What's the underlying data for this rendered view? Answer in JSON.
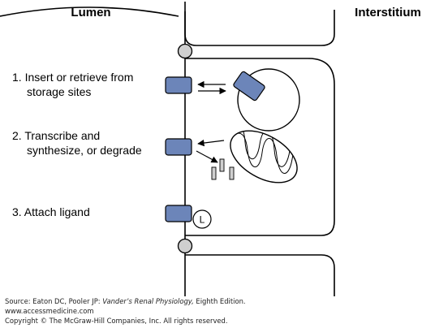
{
  "figure": {
    "lumen_label": "Lumen",
    "interstitium_label": "Interstitium",
    "steps": [
      {
        "line1": "1. Insert or retrieve from",
        "line2": "storage sites"
      },
      {
        "line1": "2. Transcribe and",
        "line2": "synthesize, or degrade"
      },
      {
        "line1": "3. Attach ligand",
        "line2": ""
      }
    ],
    "ligand_label": "L",
    "colors": {
      "transporter": "#6c85b9",
      "outline": "#000000",
      "junction": "#cfcfcf"
    }
  },
  "caption": {
    "source_prefix": "Source: Eaton DC, Pooler JP: ",
    "book_title": "Vander’s Renal Physiology,",
    "source_suffix": " Eighth Edition.",
    "website": "www.accessmedicine.com",
    "copyright": "Copyright © The McGraw-Hill Companies, Inc. All rights reserved."
  }
}
